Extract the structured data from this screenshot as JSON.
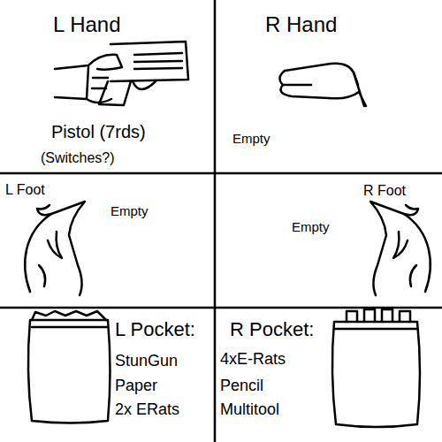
{
  "diagram": {
    "nodes": [
      {
        "text": [
          "L Hand",
          "Pistol (7rds)",
          "(Switches?)"
        ]
      },
      {
        "text": [
          "R Hand",
          "Empty"
        ]
      },
      {
        "text": [
          "L Foot",
          "Empty"
        ]
      },
      {
        "text": [
          "R Foot",
          "Empty"
        ]
      },
      {
        "text": [
          "L Pocket:",
          "StunGun",
          "Paper",
          "2x ERats"
        ]
      },
      {
        "text": [
          "R Pocket:",
          "4xE-Rats",
          "Pencil",
          "Multitool"
        ]
      }
    ]
  }
}
